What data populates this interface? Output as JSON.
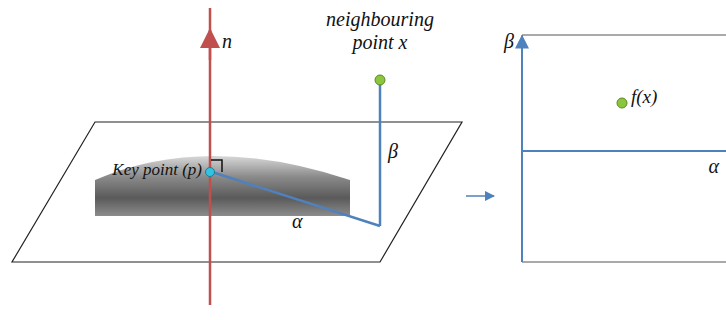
{
  "diagram": {
    "labels": [
      "neighbouring point x",
      "n",
      "β",
      "f(x)",
      "Key point (p)",
      "β",
      "α",
      "α"
    ]
  }
}
